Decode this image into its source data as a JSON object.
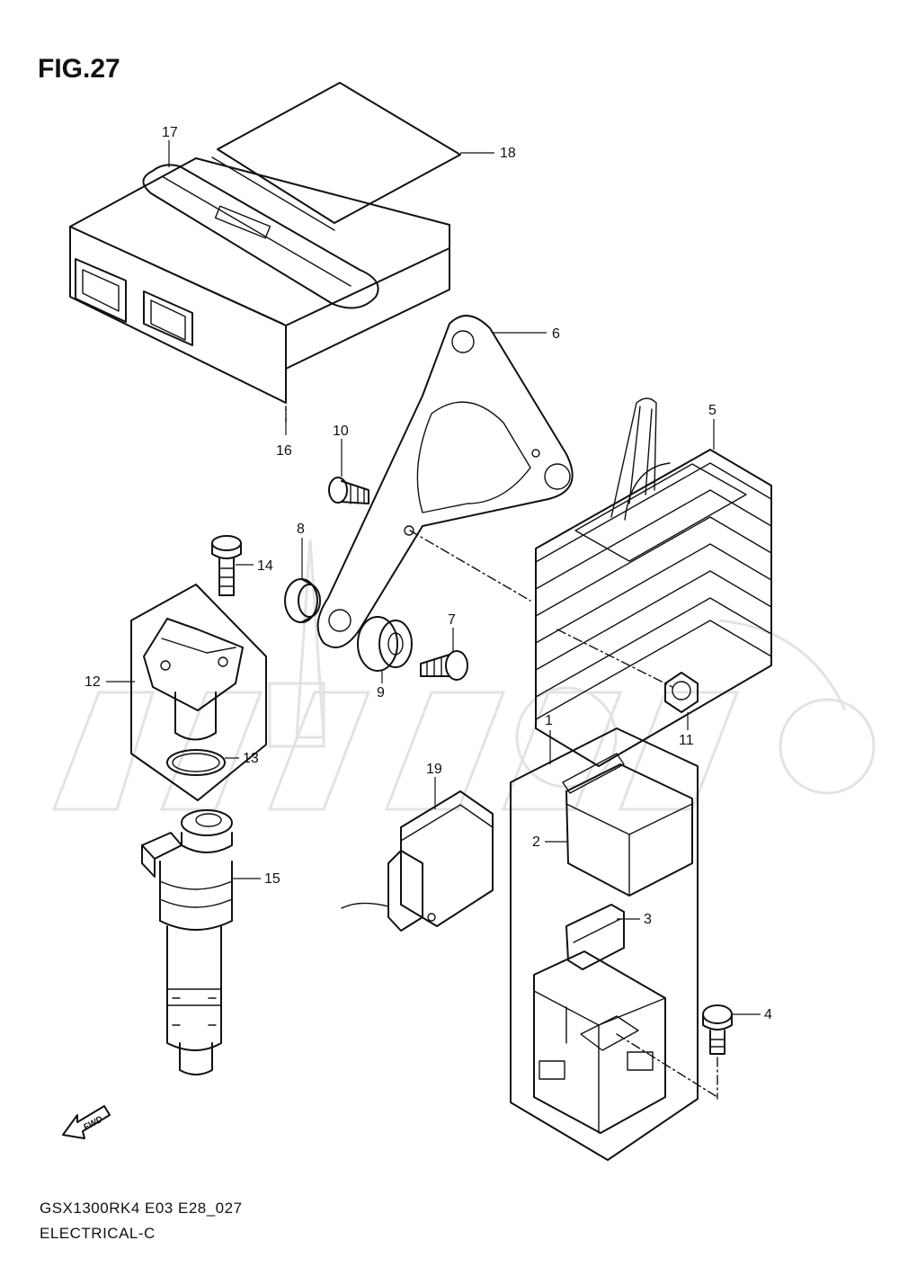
{
  "figure": {
    "title": "FIG.27",
    "model_code": "GSX1300RK4 E03 E28_027",
    "section": "ELECTRICAL-C",
    "fwd_label": "FWD"
  },
  "callouts": [
    {
      "id": "1",
      "label": "1"
    },
    {
      "id": "2",
      "label": "2"
    },
    {
      "id": "3",
      "label": "3"
    },
    {
      "id": "4",
      "label": "4"
    },
    {
      "id": "5",
      "label": "5"
    },
    {
      "id": "6",
      "label": "6"
    },
    {
      "id": "7",
      "label": "7"
    },
    {
      "id": "8",
      "label": "8"
    },
    {
      "id": "9",
      "label": "9"
    },
    {
      "id": "10",
      "label": "10"
    },
    {
      "id": "11",
      "label": "11"
    },
    {
      "id": "12",
      "label": "12"
    },
    {
      "id": "13",
      "label": "13"
    },
    {
      "id": "14",
      "label": "14"
    },
    {
      "id": "15",
      "label": "15"
    },
    {
      "id": "16",
      "label": "16"
    },
    {
      "id": "17",
      "label": "17"
    },
    {
      "id": "18",
      "label": "18"
    },
    {
      "id": "19",
      "label": "19"
    }
  ],
  "colors": {
    "line": "#111111",
    "watermark": "#e0e0e0",
    "background": "#ffffff"
  }
}
